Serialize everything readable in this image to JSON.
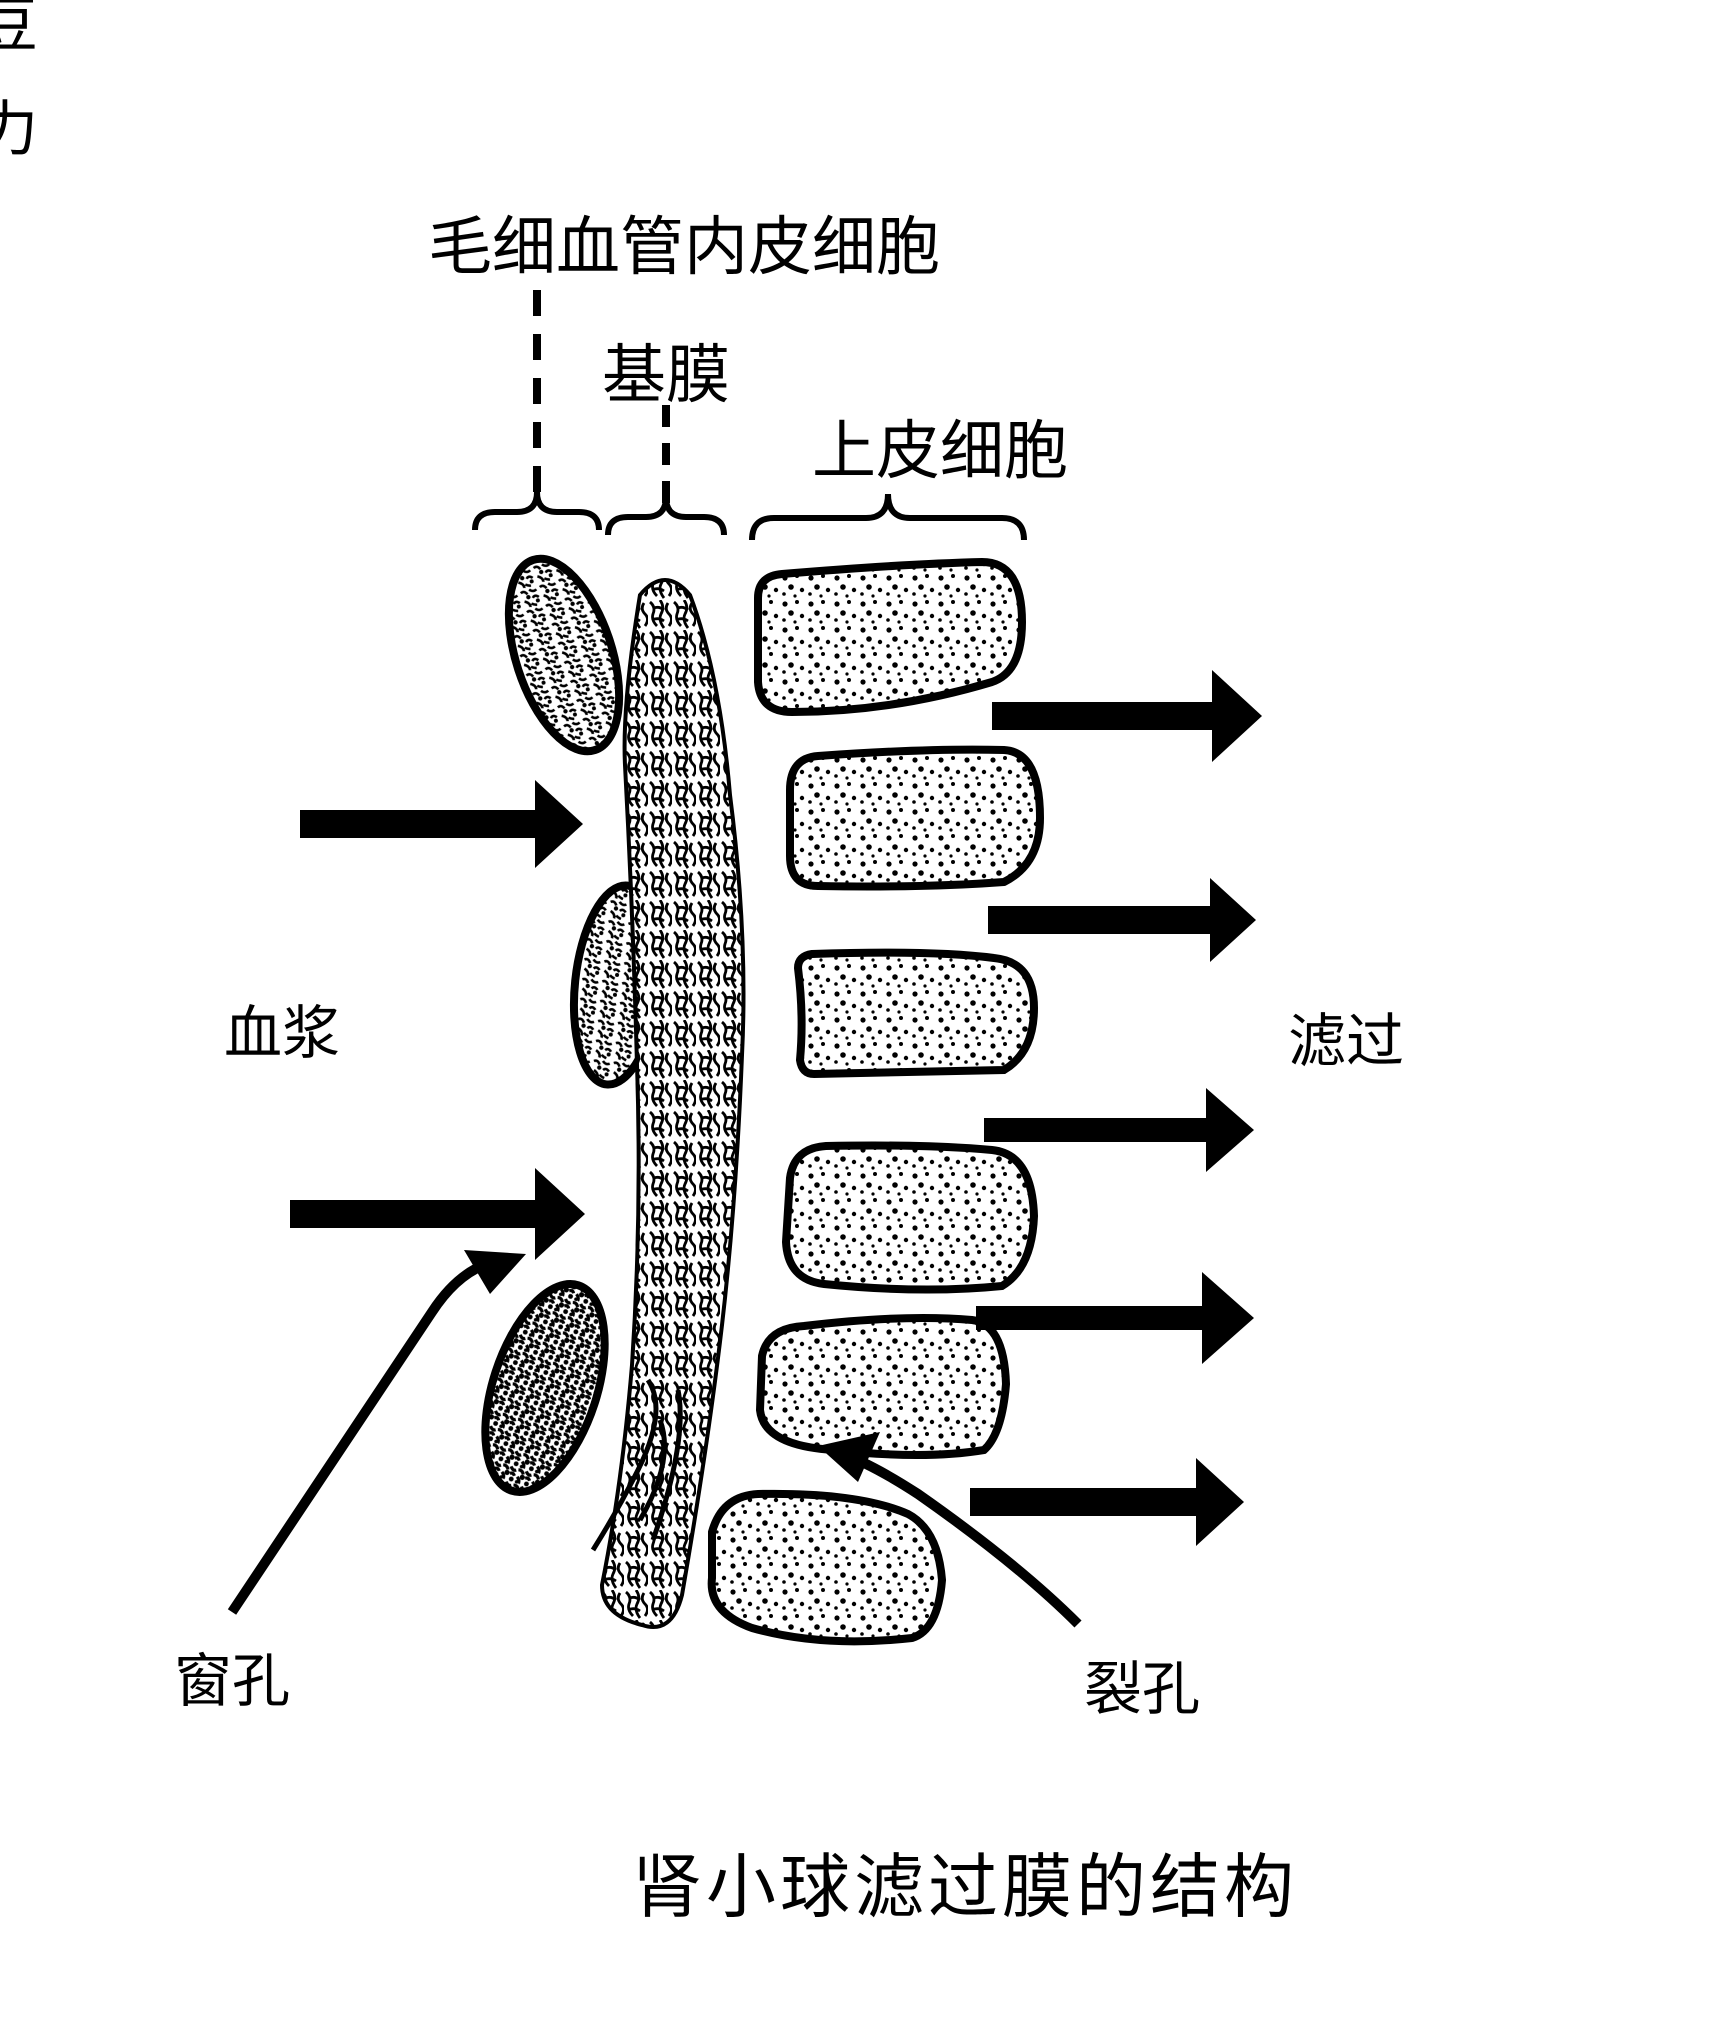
{
  "diagram": {
    "title": "肾小球滤过膜的结构",
    "labels": {
      "endothelium": "毛细血管内皮细胞",
      "basement_membrane": "基膜",
      "epithelium": "上皮细胞",
      "plasma": "血浆",
      "filtrate": "滤过",
      "fenestra": "窗孔",
      "slit_pore": "裂孔"
    },
    "edge_fragments": [
      "豆",
      "力"
    ]
  }
}
